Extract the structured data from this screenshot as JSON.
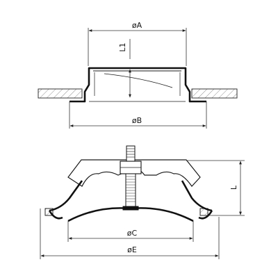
{
  "diagram": {
    "top_view": {
      "dim_outer_label": "øA",
      "dim_height_label": "L1",
      "dim_base_label": "øB"
    },
    "bottom_view": {
      "dim_height_label": "L",
      "dim_inner_label": "øC",
      "dim_outer_label": "øE"
    }
  }
}
